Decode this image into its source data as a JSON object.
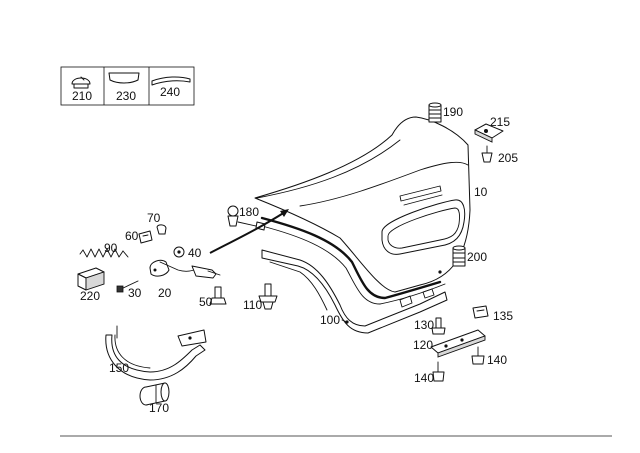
{
  "legend": {
    "items": [
      {
        "number": "210",
        "icon": "grommet-icon"
      },
      {
        "number": "230",
        "icon": "trim-strip-icon"
      },
      {
        "number": "240",
        "icon": "seal-strip-icon"
      }
    ]
  },
  "callouts": {
    "c10": "10",
    "c20": "20",
    "c30": "30",
    "c40": "40",
    "c50": "50",
    "c60": "60",
    "c70": "70",
    "c90": "90",
    "c100": "100",
    "c110": "110",
    "c120": "120",
    "c130": "130",
    "c135": "135",
    "c140a": "140",
    "c140b": "140",
    "c150": "150",
    "c170": "170",
    "c180": "180",
    "c190": "190",
    "c200": "200",
    "c205": "205",
    "c215": "215",
    "c220": "220"
  }
}
